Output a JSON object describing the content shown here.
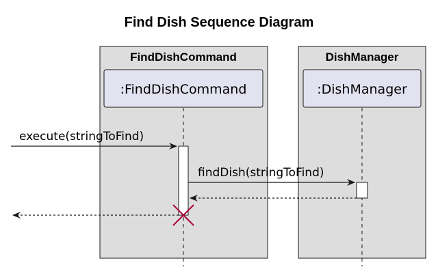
{
  "diagram": {
    "title": "Find Dish Sequence Diagram",
    "boxes": [
      {
        "title": "FindDishCommand"
      },
      {
        "title": "DishManager"
      }
    ],
    "participants": [
      {
        "label": ":FindDishCommand"
      },
      {
        "label": ":DishManager"
      }
    ],
    "messages": [
      {
        "label": "execute(stringToFind)",
        "type": "sync"
      },
      {
        "label": "findDish(stringToFind)",
        "type": "sync"
      },
      {
        "label": "",
        "type": "return"
      },
      {
        "label": "",
        "type": "return"
      }
    ],
    "colors": {
      "box_fill": "#dddddd",
      "participant_fill": "#e2e2f0",
      "activation_fill": "#ffffff",
      "destroy": "#a80036"
    }
  }
}
